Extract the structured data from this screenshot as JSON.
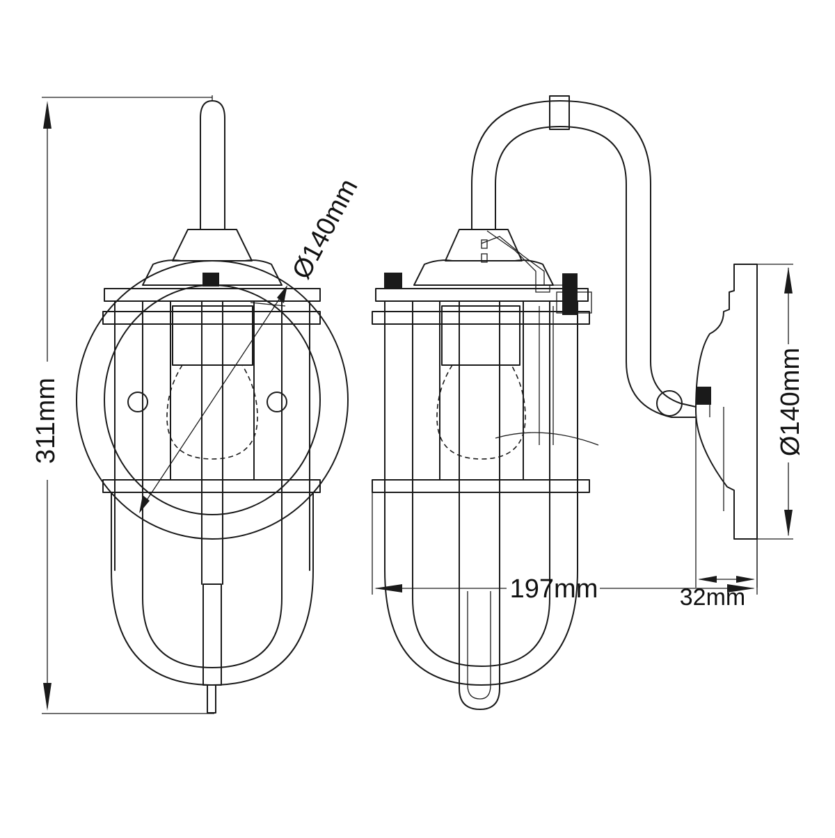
{
  "dimensions": {
    "height": "311mm",
    "shade_diameter_front": "Ø140mm",
    "backplate_diameter": "Ø140mm",
    "projection": "197mm",
    "backplate_depth": "32mm"
  }
}
